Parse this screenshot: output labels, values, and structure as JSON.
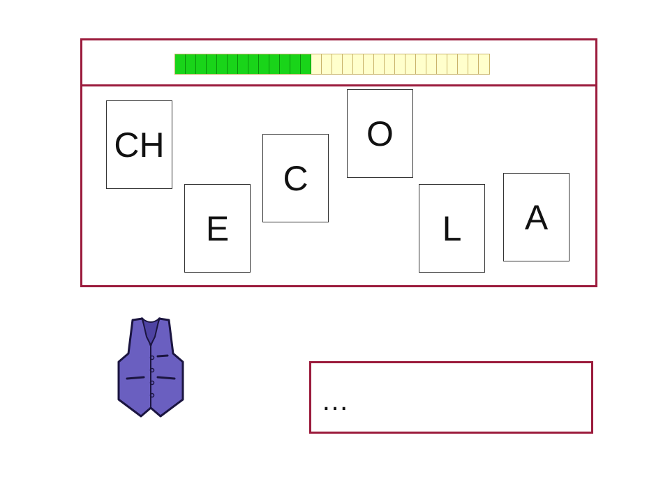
{
  "progress": {
    "filled": 13,
    "total": 30,
    "fill_color": "#19d419",
    "empty_color": "#ffffcc"
  },
  "tiles": [
    {
      "letter": "CH"
    },
    {
      "letter": "E"
    },
    {
      "letter": "C"
    },
    {
      "letter": "O"
    },
    {
      "letter": "L"
    },
    {
      "letter": "A"
    }
  ],
  "picture": {
    "icon": "vest-icon",
    "color": "#6a5fc0"
  },
  "answer": {
    "text": "…"
  },
  "colors": {
    "frame": "#9b1b3c"
  }
}
